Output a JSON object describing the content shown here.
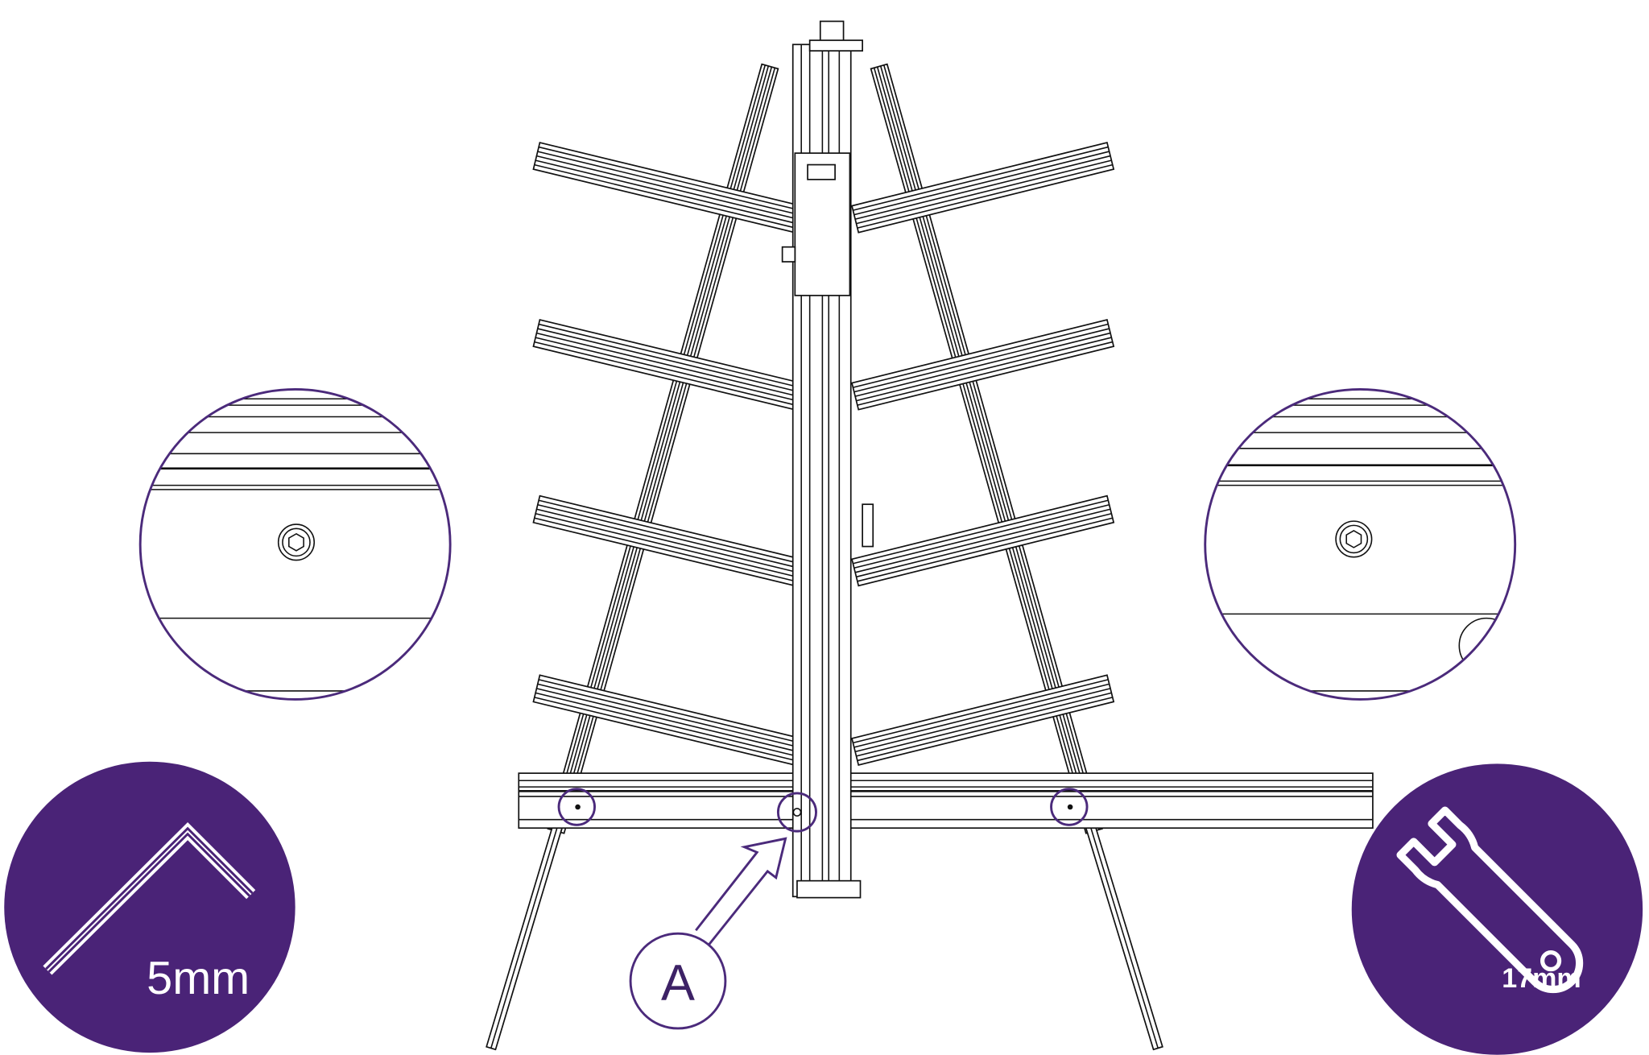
{
  "colors": {
    "brand_purple": "#4a2377",
    "line": "#111111"
  },
  "tools": [
    {
      "icon": "hex-key-icon",
      "size_label": "5mm"
    },
    {
      "icon": "wrench-icon",
      "size_label": "17mm"
    }
  ],
  "callout": {
    "label": "A"
  },
  "details": [
    {
      "icon": "hex-socket-bolt-icon"
    },
    {
      "icon": "hex-socket-bolt-icon"
    }
  ]
}
